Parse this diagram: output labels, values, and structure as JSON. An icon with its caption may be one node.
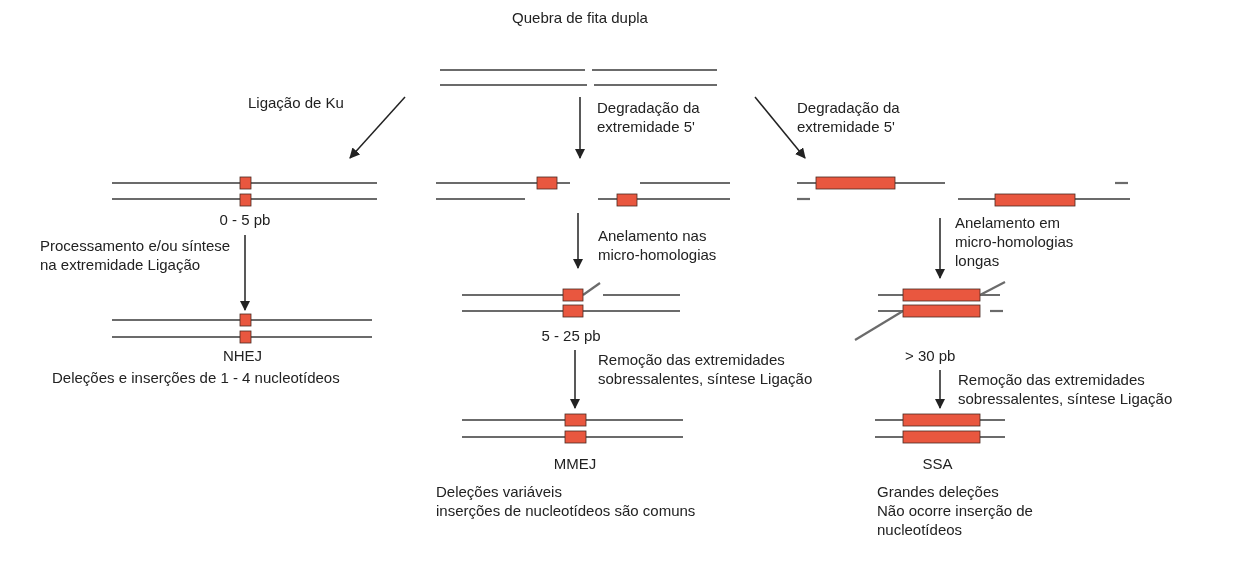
{
  "diagram": {
    "nodes": [
      {
        "text": [
          "Quebra de fita dupla"
        ]
      },
      {
        "text": [],
        "shape": "picture",
        "beside": [
          "0 - 5 pb"
        ]
      },
      {
        "text": [],
        "shape": "picture"
      },
      {
        "text": [],
        "shape": "picture"
      },
      {
        "text": [],
        "shape": "picture",
        "beside": [
          "5 - 25 pb"
        ]
      },
      {
        "text": [],
        "shape": "picture",
        "beside": [
          "> 30 pb"
        ]
      },
      {
        "text": [
          "NHEJ",
          "Deleções e inserções de 1 - 4 nucleotídeos"
        ]
      },
      {
        "text": [
          "MMEJ",
          "Deleções variáveis",
          "inserções de nucleotídeos são comuns"
        ]
      },
      {
        "text": [
          "SSA",
          "Grandes deleções",
          "Não ocorre inserção de nucleotídeos"
        ]
      }
    ],
    "edges": [
      {
        "from": 0,
        "to": 1,
        "arrow": "to",
        "label": "Ligação de Ku"
      },
      {
        "from": 0,
        "to": 2,
        "arrow": "to",
        "label": "Degradação da extremidade 5'"
      },
      {
        "from": 0,
        "to": 3,
        "arrow": "to",
        "label": "Degradação da extremidade 5'"
      },
      {
        "from": 1,
        "to": 6,
        "arrow": "to",
        "label": "Processamento e/ou síntese na extremidade Ligação"
      },
      {
        "from": 2,
        "to": 4,
        "arrow": "to",
        "label": "Anelamento nas micro-homologias"
      },
      {
        "from": 3,
        "to": 5,
        "arrow": "to",
        "label": "Anelamento em micro-homologias longas"
      },
      {
        "from": 4,
        "to": 7,
        "arrow": "to",
        "label": "Remoção das extremidades sobressalentes, síntese Ligação"
      },
      {
        "from": 5,
        "to": 8,
        "arrow": "to",
        "label": "Remoção das extremidades sobressalentes, síntese Ligação"
      }
    ]
  }
}
